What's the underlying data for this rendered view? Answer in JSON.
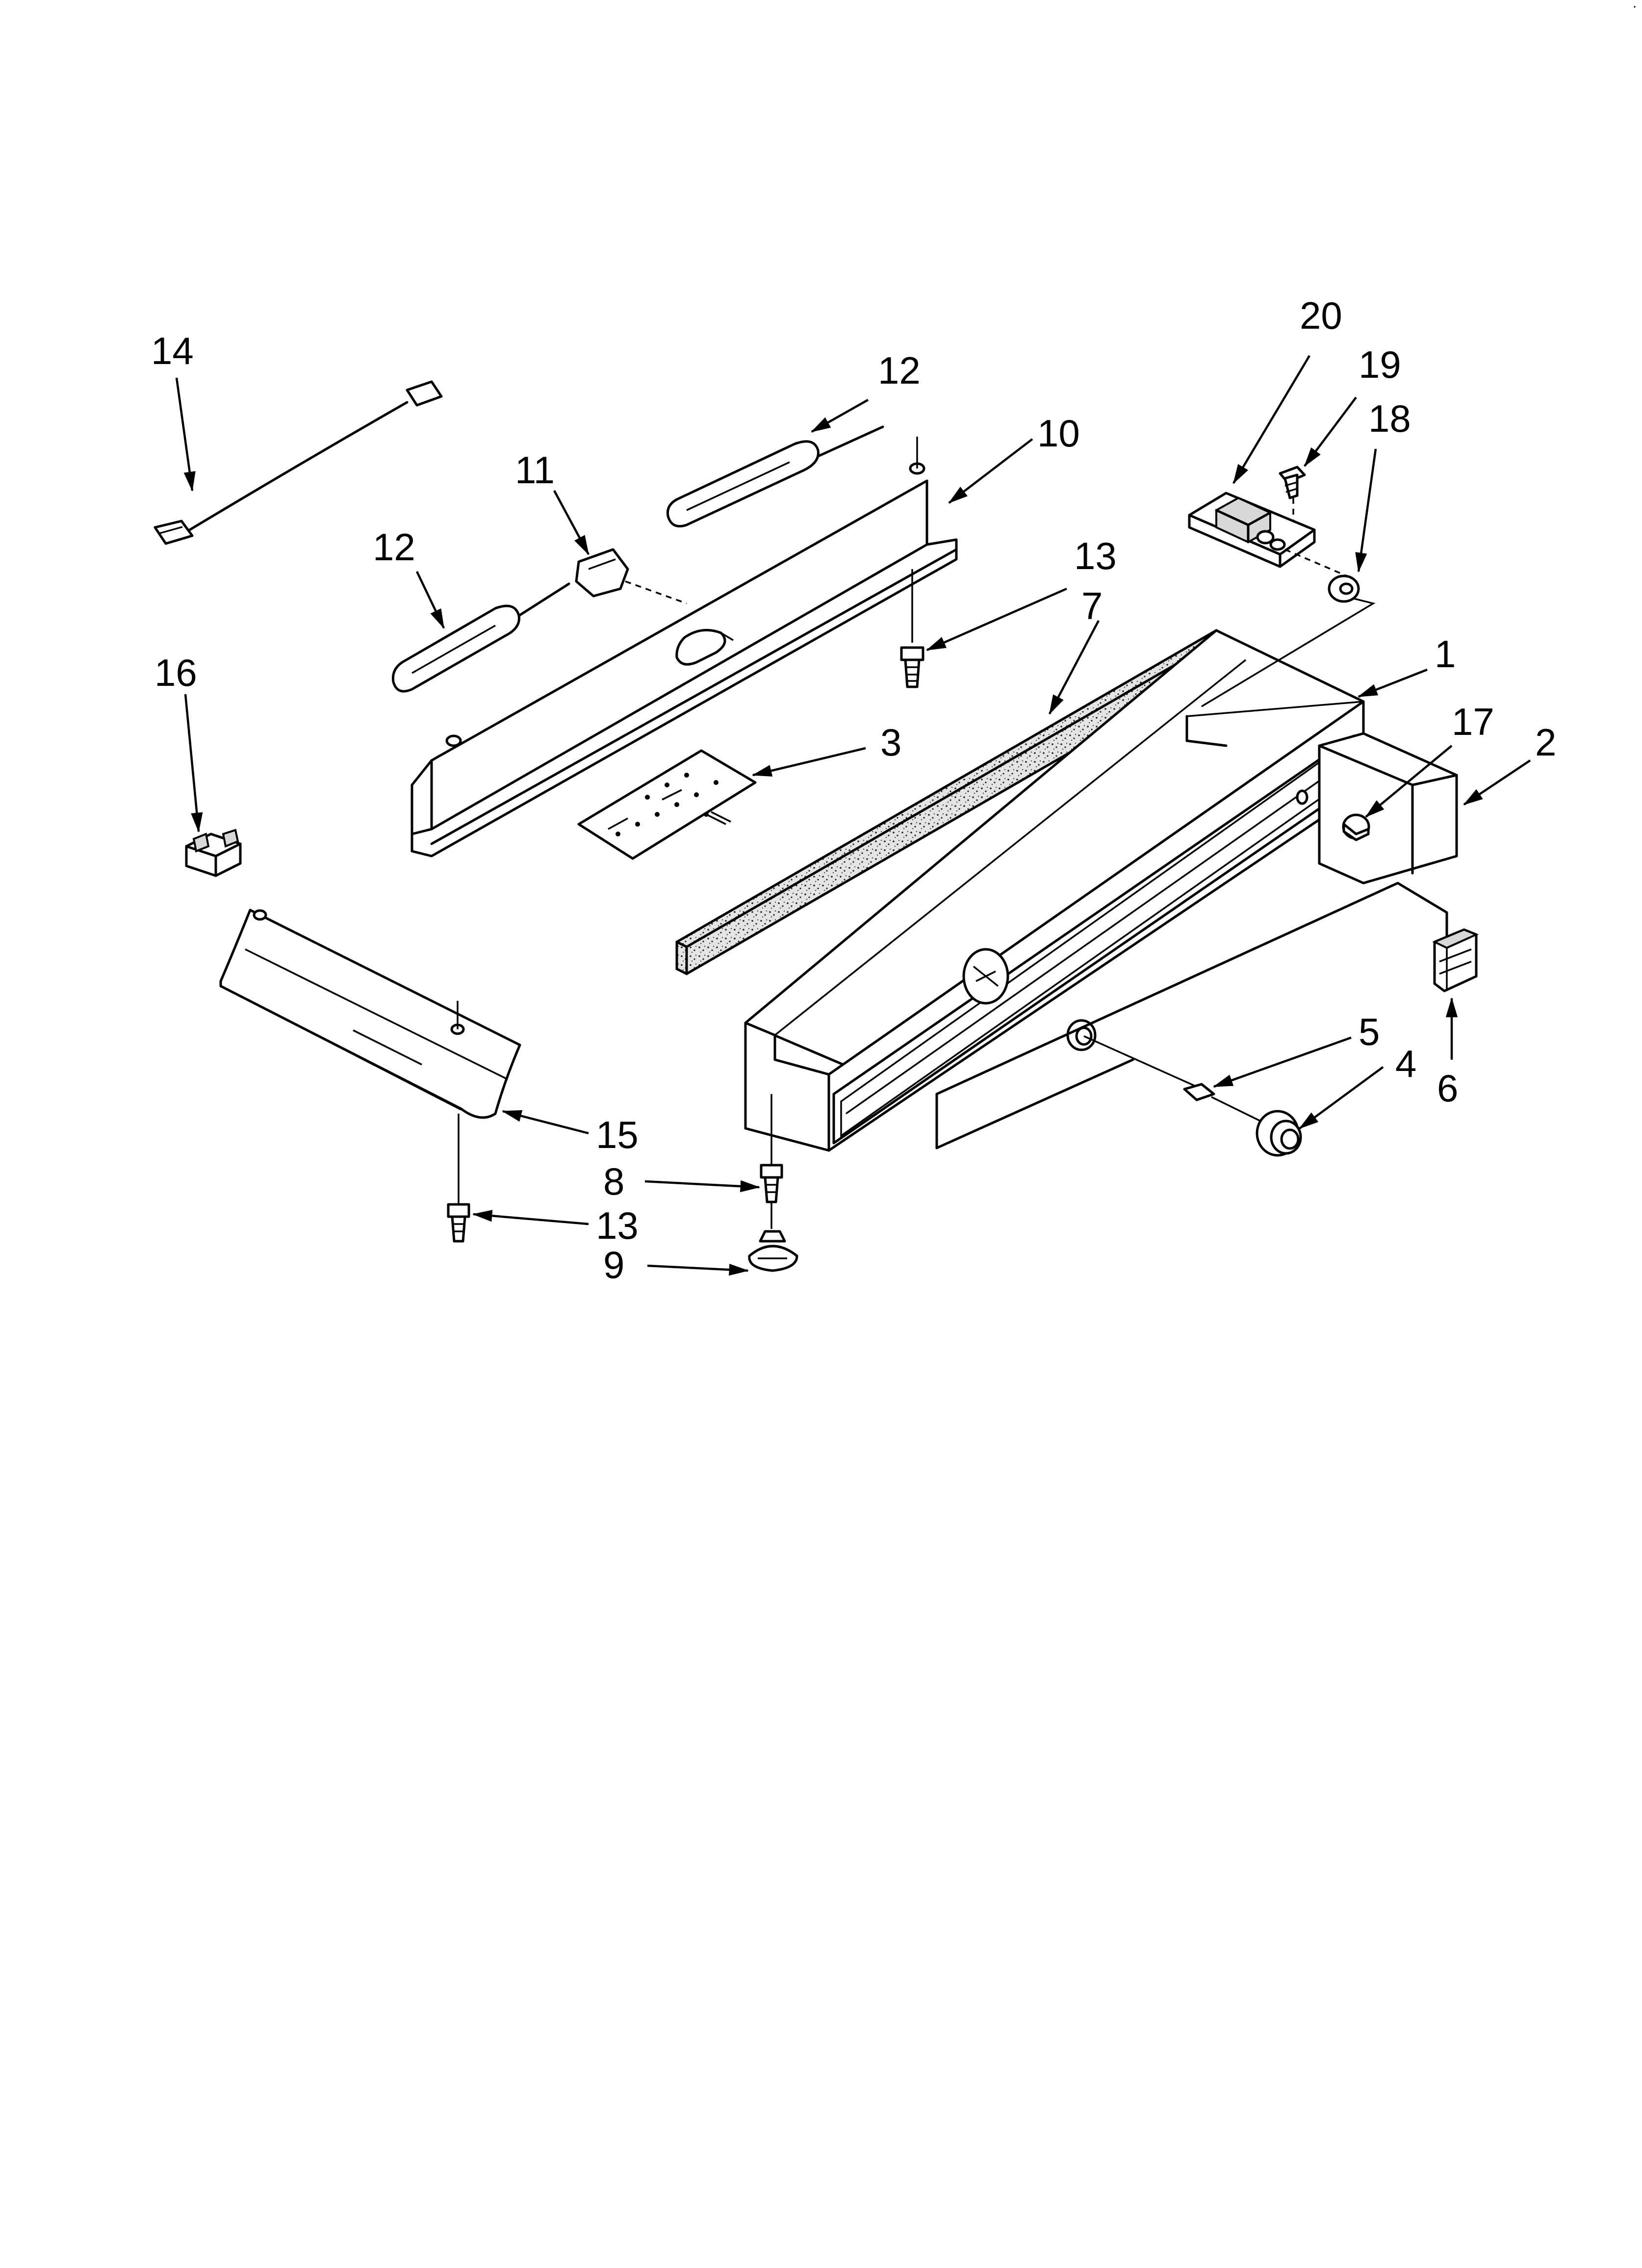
{
  "diagram": {
    "corner_mark": "·",
    "callouts": [
      {
        "id": "c14",
        "label": "14"
      },
      {
        "id": "c12a",
        "label": "12"
      },
      {
        "id": "c10",
        "label": "10"
      },
      {
        "id": "c11",
        "label": "11"
      },
      {
        "id": "c12b",
        "label": "12"
      },
      {
        "id": "c13a",
        "label": "13"
      },
      {
        "id": "c7",
        "label": "7"
      },
      {
        "id": "c20",
        "label": "20"
      },
      {
        "id": "c19",
        "label": "19"
      },
      {
        "id": "c18",
        "label": "18"
      },
      {
        "id": "c1",
        "label": "1"
      },
      {
        "id": "c17",
        "label": "17"
      },
      {
        "id": "c2",
        "label": "2"
      },
      {
        "id": "c16",
        "label": "16"
      },
      {
        "id": "c3",
        "label": "3"
      },
      {
        "id": "c15",
        "label": "15"
      },
      {
        "id": "c8",
        "label": "8"
      },
      {
        "id": "c13b",
        "label": "13"
      },
      {
        "id": "c9",
        "label": "9"
      },
      {
        "id": "c5",
        "label": "5"
      },
      {
        "id": "c4",
        "label": "4"
      },
      {
        "id": "c6",
        "label": "6"
      }
    ]
  }
}
